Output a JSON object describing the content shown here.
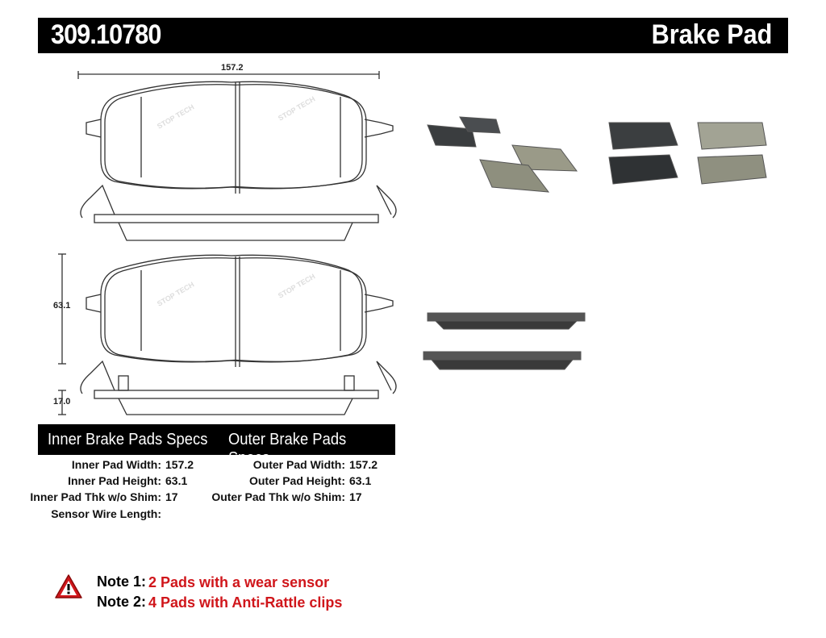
{
  "header": {
    "part_number": "309.10780",
    "product_type": "Brake Pad"
  },
  "drawing": {
    "width_dim": "157.2",
    "height_dim": "63.1",
    "thickness_dim": "17.0",
    "watermark": "STOPTECH"
  },
  "specs": {
    "inner_title": "Inner Brake Pads Specs",
    "outer_title": "Outer Brake Pads Specs",
    "inner": [
      {
        "label": "Inner Pad Width:",
        "value": "157.2"
      },
      {
        "label": "Inner Pad Height:",
        "value": "63.1"
      },
      {
        "label": "Inner Pad Thk w/o Shim:",
        "value": "17"
      },
      {
        "label": "Sensor Wire Length:",
        "value": ""
      }
    ],
    "outer": [
      {
        "label": "Outer Pad Width:",
        "value": "157.2"
      },
      {
        "label": "Outer Pad Height:",
        "value": "63.1"
      },
      {
        "label": "Outer Pad Thk w/o Shim:",
        "value": "17"
      }
    ]
  },
  "notes": [
    {
      "label": "Note 1:",
      "text": "2 Pads with a wear sensor"
    },
    {
      "label": "Note 2:",
      "text": "4 Pads with Anti-Rattle clips"
    }
  ],
  "icons": {
    "warning": "warning-triangle-icon"
  },
  "colors": {
    "header_bg": "#000000",
    "note_text": "#d0161b"
  }
}
